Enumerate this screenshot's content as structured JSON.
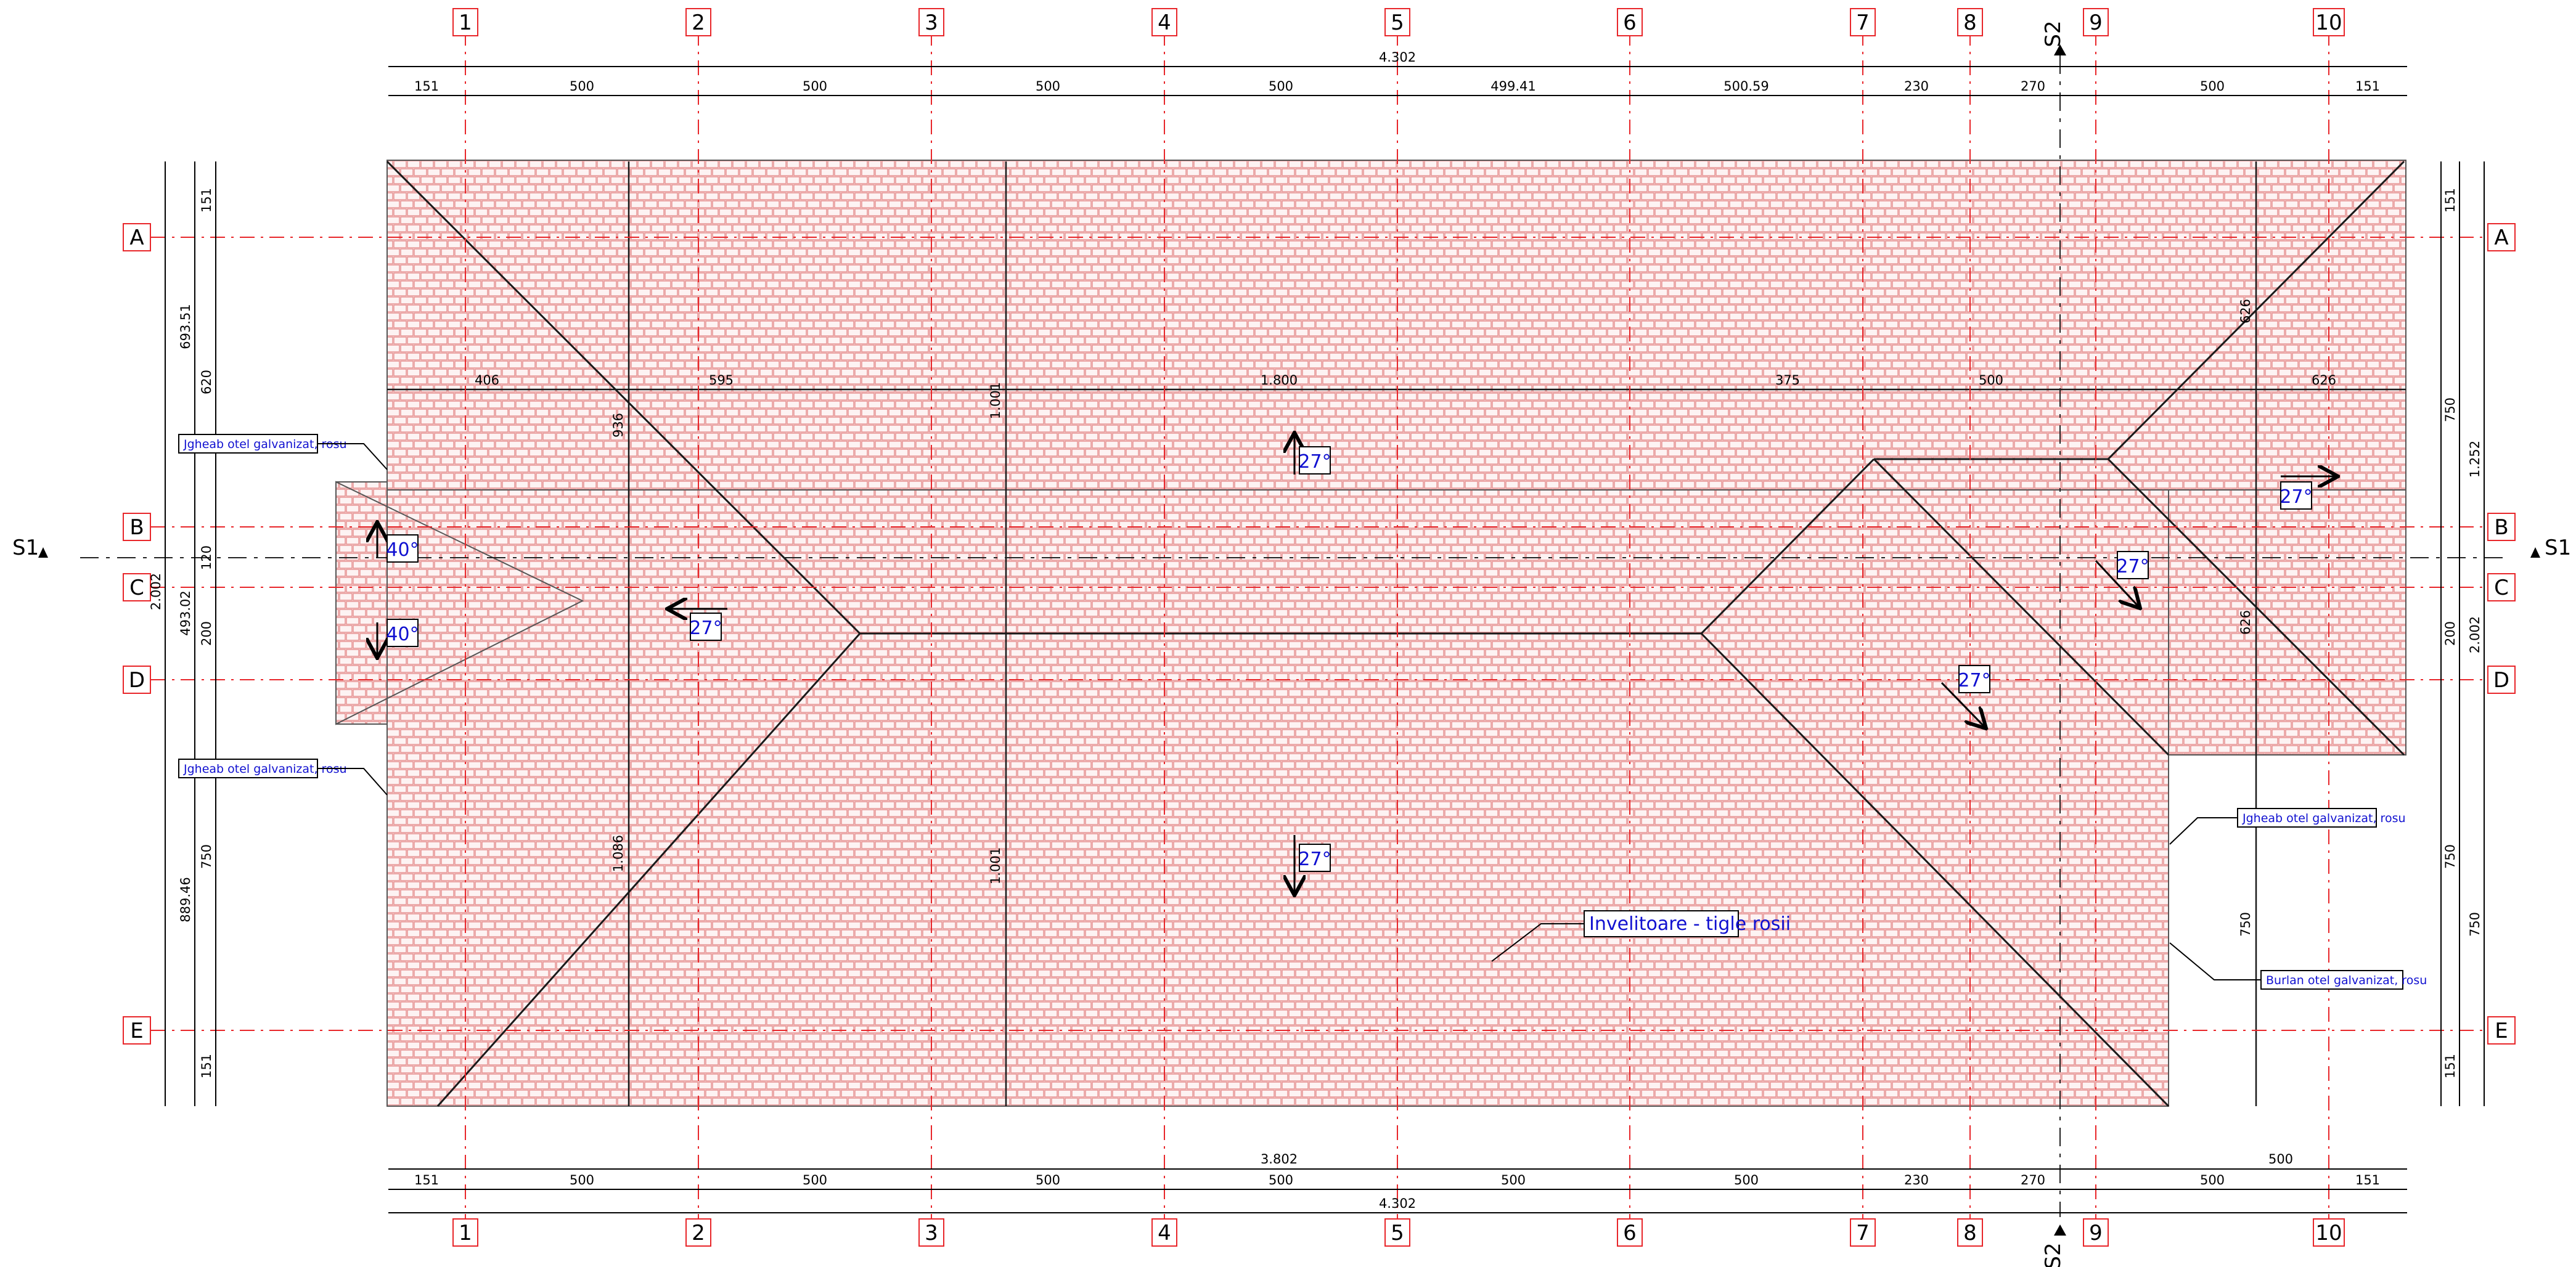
{
  "axes": {
    "columns": [
      "1",
      "2",
      "3",
      "4",
      "5",
      "6",
      "7",
      "8",
      "9",
      "10"
    ],
    "rows": [
      "A",
      "B",
      "C",
      "D",
      "E"
    ]
  },
  "sections": {
    "s1": "S1",
    "s2": "S2"
  },
  "dims": {
    "top_total": "4.302",
    "top_chain": [
      "151",
      "500",
      "500",
      "500",
      "500",
      "499.41",
      "500.59",
      "230",
      "270",
      "500",
      "151"
    ],
    "bottom_total_upper": "3.802",
    "bottom_chain": [
      "151",
      "500",
      "500",
      "500",
      "500",
      "500",
      "500",
      "230",
      "270",
      "500",
      "151"
    ],
    "bottom_extra": "500",
    "bottom_total_lower": "4.302",
    "left_outer_total": "2.002",
    "left_mid": [
      "693.51",
      "493.02",
      "889.46"
    ],
    "left_inner": [
      "151",
      "620",
      "120",
      "200",
      "750",
      "151"
    ],
    "right_outer_total": "2.002",
    "right_inner": [
      "151",
      "750",
      "1.252",
      "200",
      "750",
      "750",
      "151"
    ],
    "interior_h": [
      "406",
      "595",
      "1.800",
      "375",
      "500",
      "626"
    ],
    "interior_v": [
      "936",
      "1.086",
      "1.001",
      "1.001",
      "626",
      "626",
      "750"
    ]
  },
  "slopes": [
    "40°",
    "40°",
    "27°",
    "27°",
    "27°",
    "27°",
    "27°",
    "27°"
  ],
  "notes": {
    "gutter_1": "Jgheab otel galvanizat, rosu",
    "gutter_2": "Jgheab otel galvanizat, rosu",
    "gutter_3": "Jgheab otel galvanizat, rosu",
    "downpipe": "Burlan otel galvanizat, rosu",
    "covering": "Invelitoare - tigle rosii"
  },
  "colors": {
    "axis": "#e8262a",
    "tile": "#e9a3a3",
    "line": "#1a1a1a",
    "note_text": "#1010d0"
  }
}
